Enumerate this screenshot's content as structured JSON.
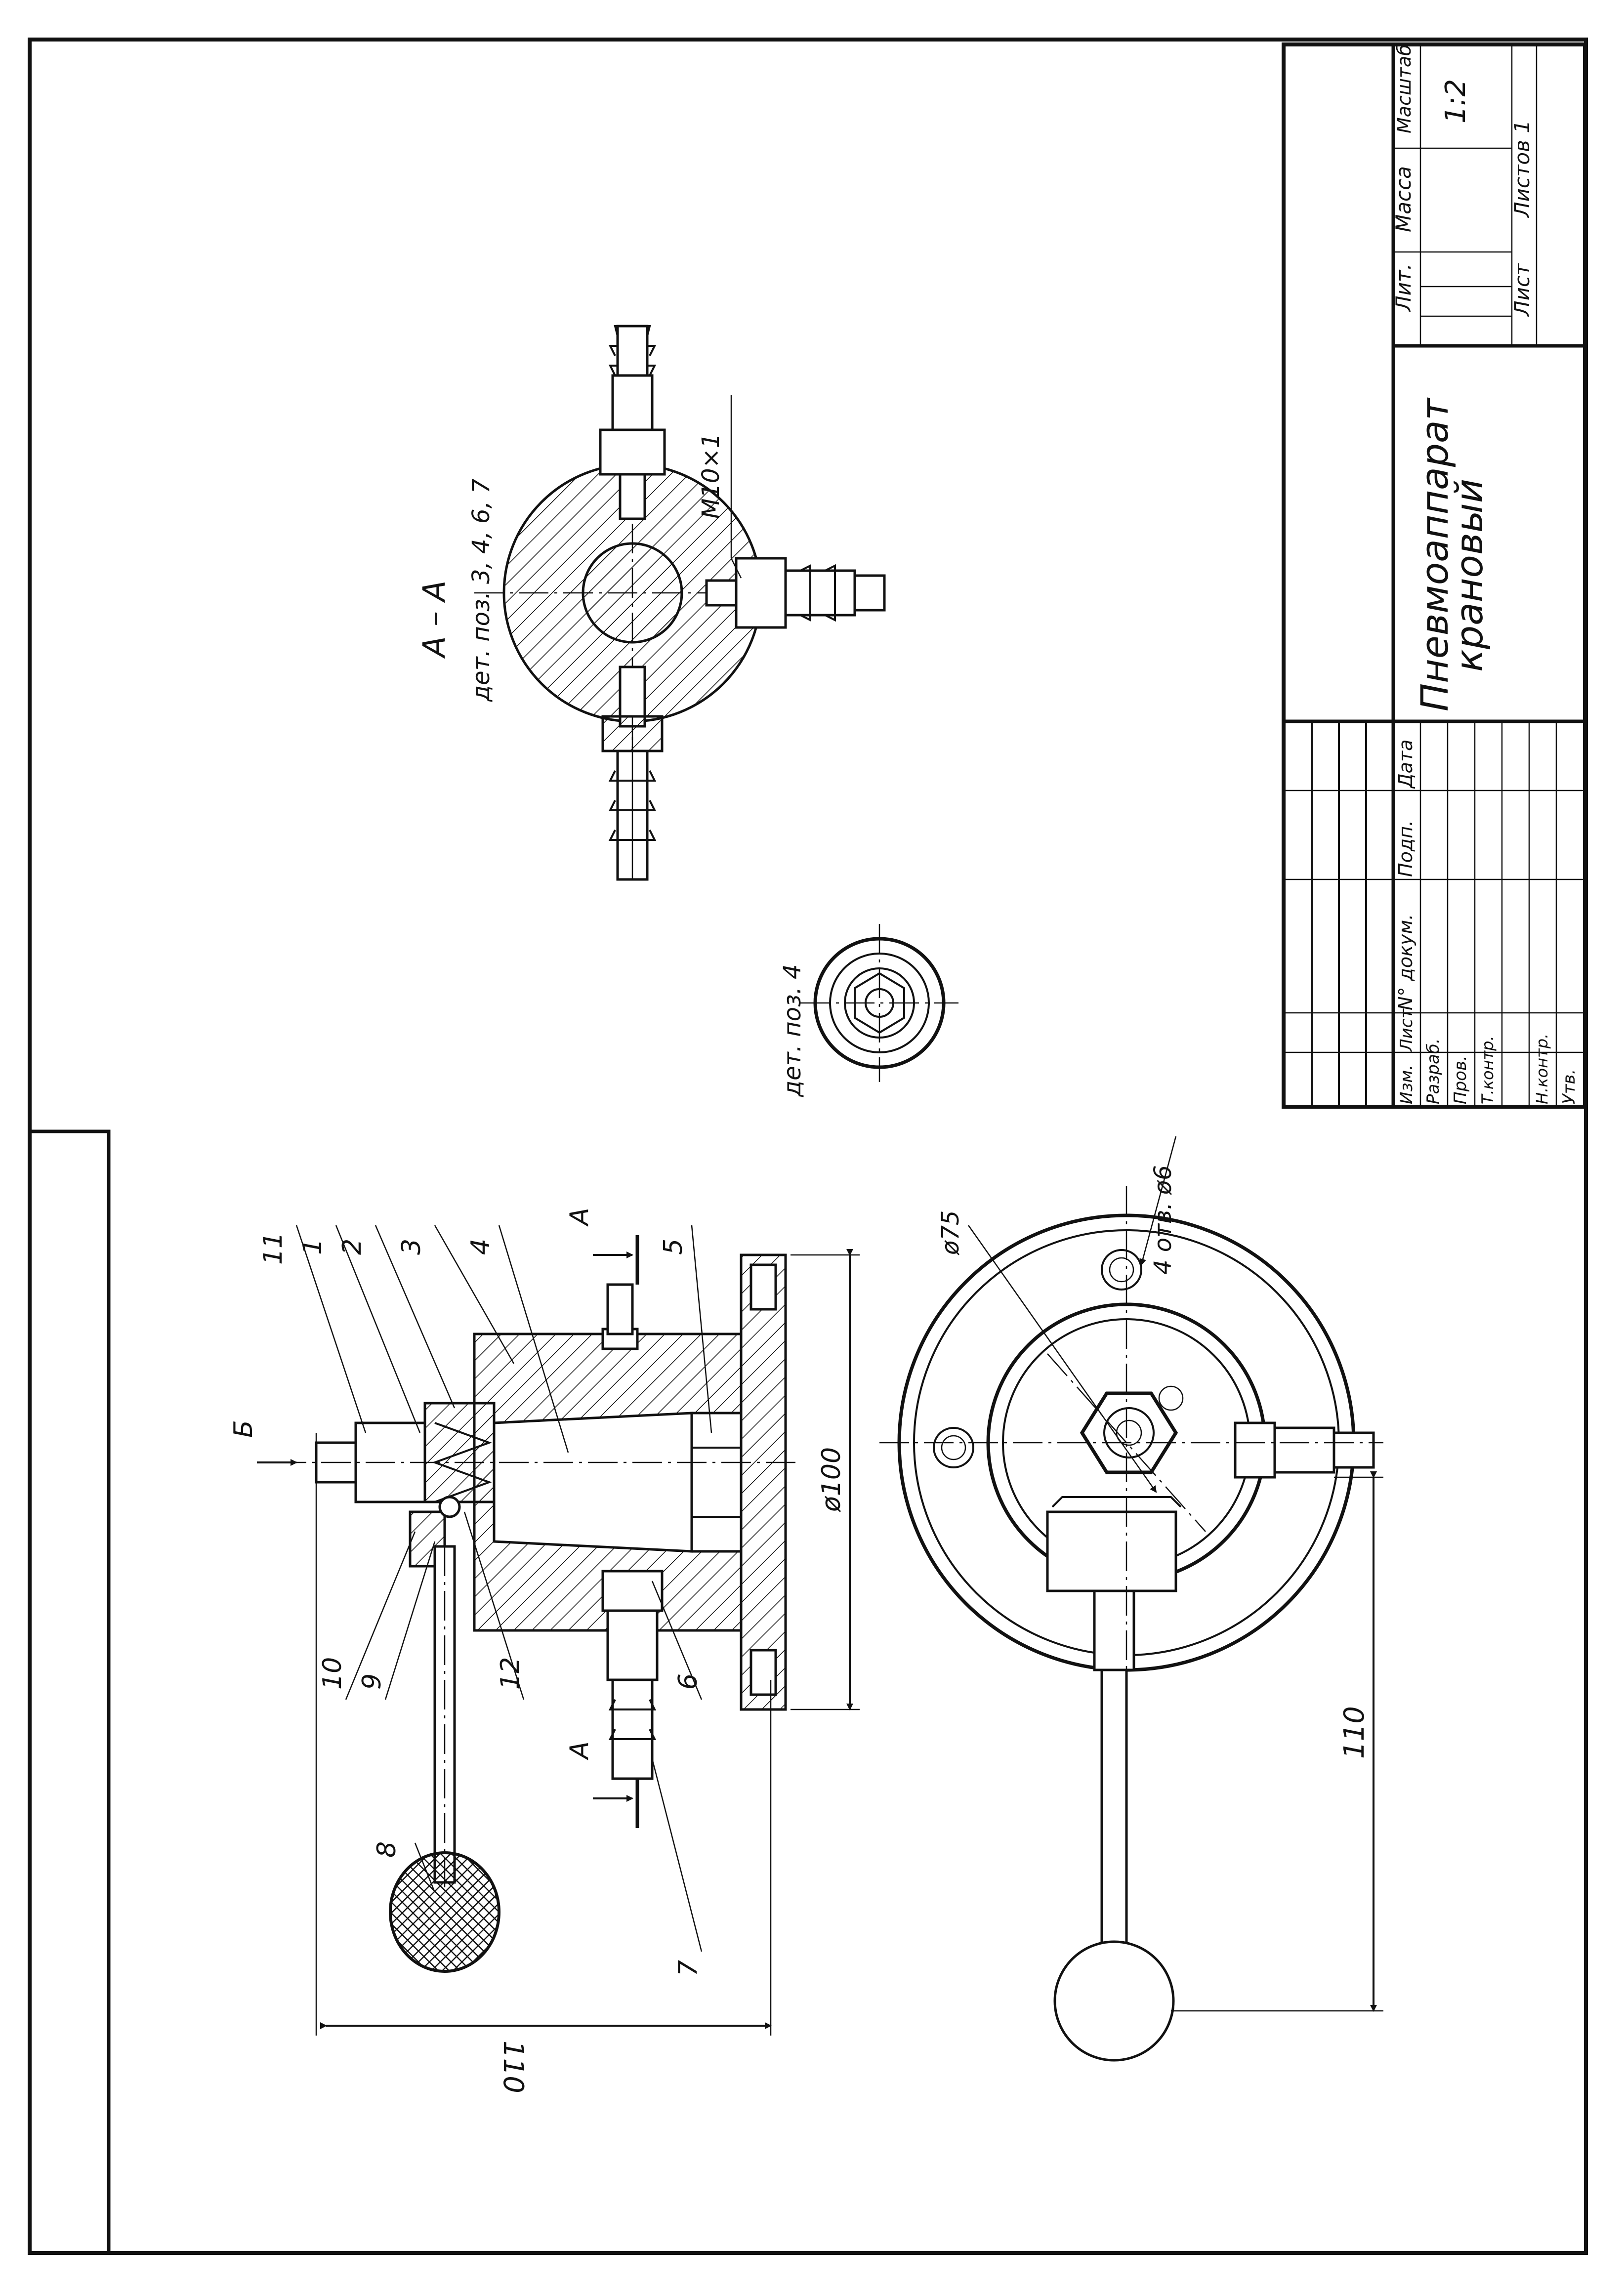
{
  "drawing": {
    "section_label": "А – А",
    "section_note": "дет. поз. 3, 4, 6, 7",
    "detail_note": "дет. поз. 4",
    "thread_label": "М10×1",
    "view_label": "Б",
    "cut_label": "А",
    "dim_d100": "ø100",
    "dim_d75": "ø75",
    "dim_holes": "4 отв. ø6",
    "dim_110_side": "110",
    "dim_110_plan": "110",
    "positions": [
      "11",
      "1",
      "2",
      "3",
      "4",
      "5",
      "10",
      "9",
      "12",
      "6",
      "8",
      "7"
    ]
  },
  "title_block": {
    "product_name_line1": "Пневмоаппарат",
    "product_name_line2": "крановый",
    "col_lit": "Лит.",
    "col_mass": "Масса",
    "col_scale": "Масштаб",
    "scale_value": "1:2",
    "sheet_label": "Лист",
    "sheets_label": "Листов 1",
    "hdr_izm": "Изм.",
    "hdr_list": "Лист",
    "hdr_doc": "N° докум.",
    "hdr_podp": "Подп.",
    "hdr_data": "Дата",
    "role_razrab": "Разраб.",
    "role_prov": "Пров.",
    "role_tkontr": "Т.контр.",
    "role_nkontr": "Н.контр.",
    "role_utv": "Утв."
  }
}
